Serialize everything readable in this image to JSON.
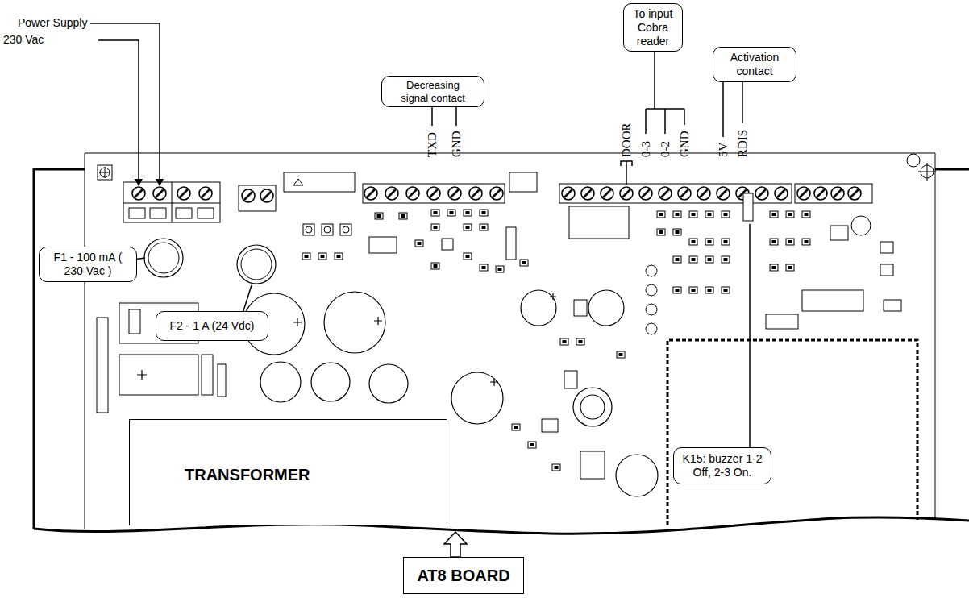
{
  "diagram": {
    "nodes": [
      {
        "text": [
          "Decreasing signal contact"
        ]
      },
      {
        "text": [
          "To input Cobra reader"
        ]
      },
      {
        "text": [
          "Activation contact"
        ]
      },
      {
        "text": [
          "F1 - 100 mA ( 230 Vac )"
        ]
      },
      {
        "text": [
          "F2 - 1 A (24 Vdc)"
        ]
      },
      {
        "text": [
          "K15: buzzer 1-2 Off, 2-3 On."
        ]
      },
      {
        "text": [
          "TRANSFORMER"
        ]
      },
      {
        "text": [
          "AT8 BOARD"
        ]
      }
    ],
    "labels": [
      "Power Supply",
      "230 Vac",
      "TXD",
      "GND",
      "DOOR",
      "0-3",
      "0-2",
      "GND",
      "5V",
      "RDIS"
    ]
  }
}
